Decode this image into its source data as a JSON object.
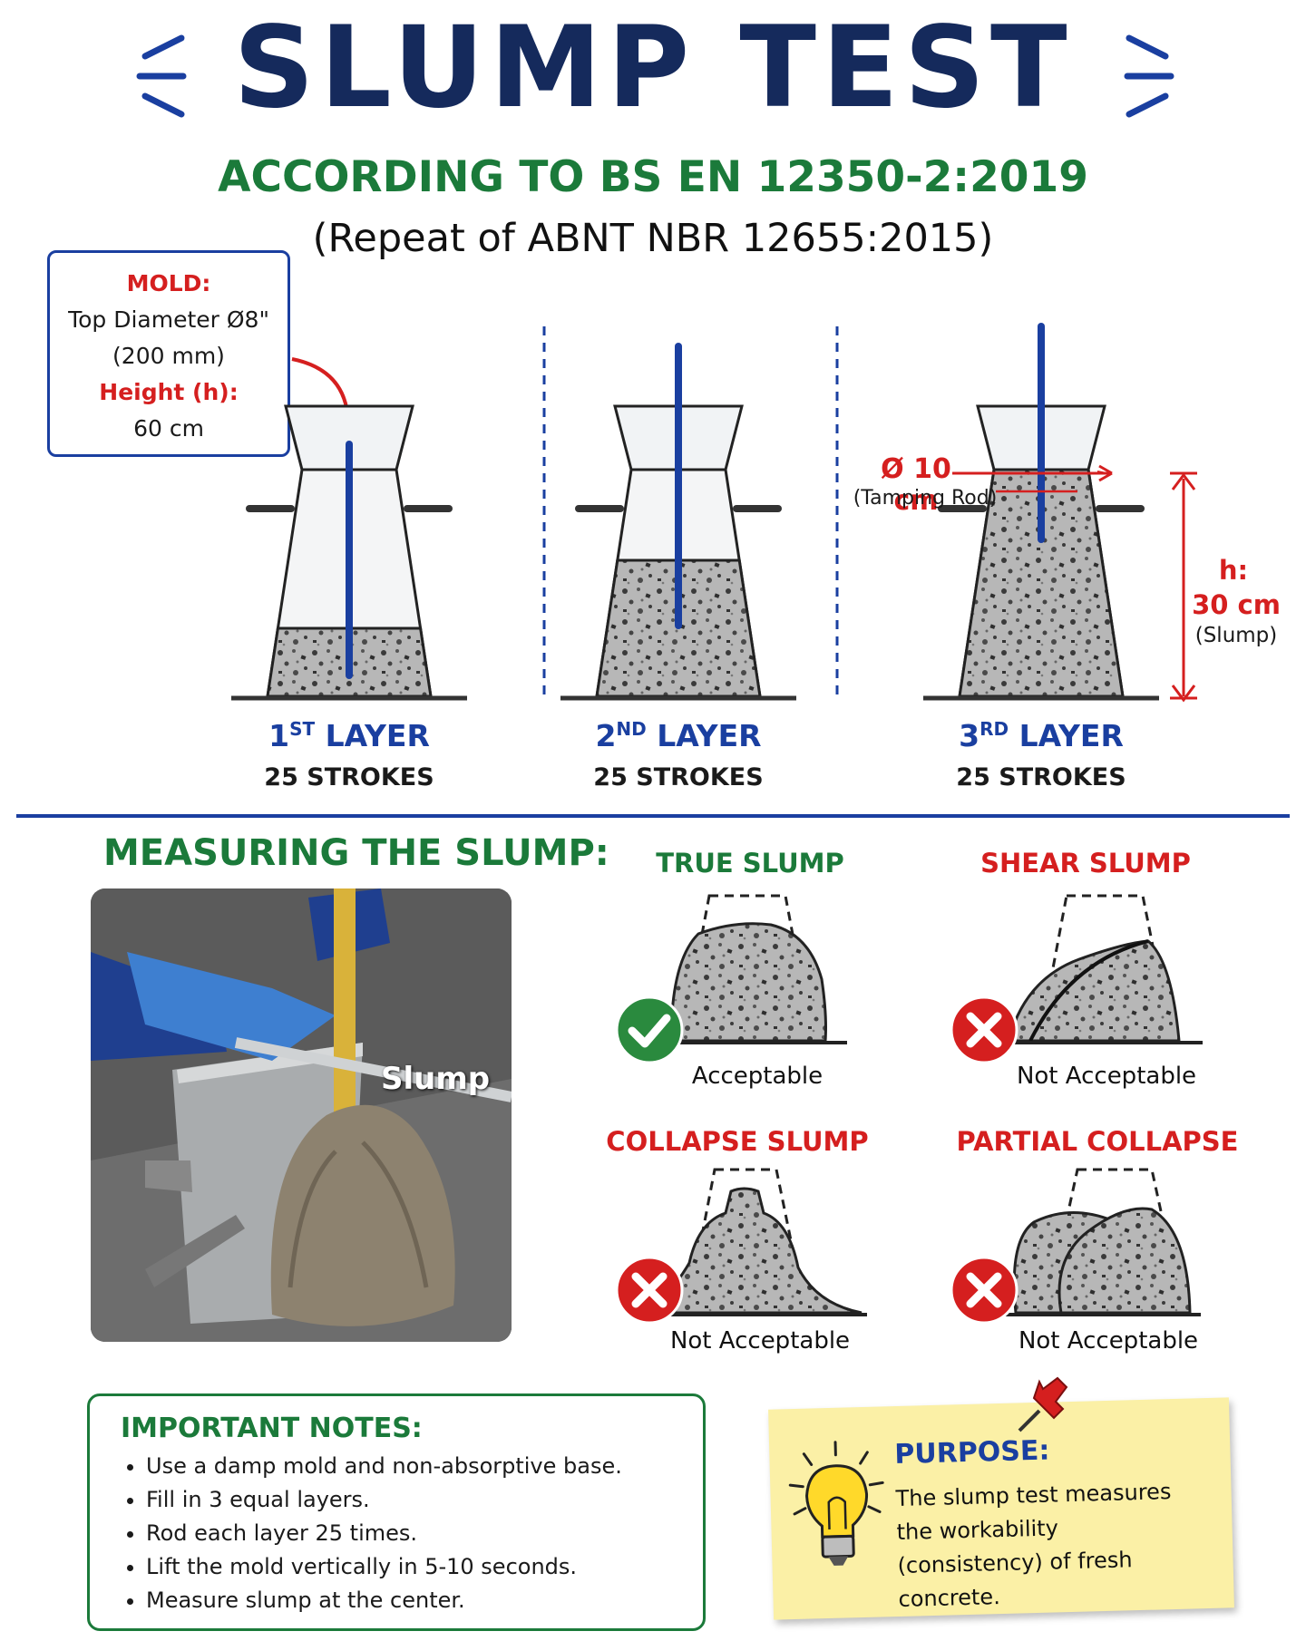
{
  "header": {
    "title": "SLUMP TEST",
    "subtitle": "ACCORDING TO BS EN 12350-2:2019",
    "subtitle2": "(Repeat of ABNT NBR 12655:2015)"
  },
  "mold": {
    "label": "MOLD:",
    "diameter": "Top Diameter Ø8\"",
    "diameter_mm": "(200 mm)",
    "height_label": "Height (h):",
    "height_value": "60 cm"
  },
  "layers": [
    {
      "num": "1",
      "sup": "ST",
      "word": "LAYER",
      "strokes": "25 STROKES",
      "fill": 0.3
    },
    {
      "num": "2",
      "sup": "ND",
      "word": "LAYER",
      "strokes": "25 STROKES",
      "fill": 0.6
    },
    {
      "num": "3",
      "sup": "RD",
      "word": "LAYER",
      "strokes": "25 STROKES",
      "fill": 1.0
    }
  ],
  "rod_annotation": {
    "diameter": "Ø 10 cm",
    "caption": "(Tamping Rod)"
  },
  "slump_annotation": {
    "h": "h:",
    "value": "30 cm",
    "caption": "(Slump)"
  },
  "measuring": {
    "title": "MEASURING THE SLUMP:",
    "photo_label": "Slump"
  },
  "slump_types": [
    {
      "name": "TRUE SLUMP",
      "verdict": "Acceptable",
      "acceptable": true
    },
    {
      "name": "SHEAR SLUMP",
      "verdict": "Not Acceptable",
      "acceptable": false
    },
    {
      "name": "COLLAPSE SLUMP",
      "verdict": "Not Acceptable",
      "acceptable": false
    },
    {
      "name": "PARTIAL COLLAPSE",
      "verdict": "Not Acceptable",
      "acceptable": false
    }
  ],
  "notes": {
    "title": "IMPORTANT NOTES:",
    "items": [
      "Use a damp mold and non-absorptive base.",
      "Fill in 3 equal layers.",
      "Rod each layer 25 times.",
      "Lift the mold vertically in 5-10 seconds.",
      "Measure slump at the center."
    ]
  },
  "purpose": {
    "title": "PURPOSE:",
    "text": "The slump test measures the workability (consistency) of fresh concrete."
  },
  "colors": {
    "navy": "#152a5c",
    "blue": "#1a3fa0",
    "green": "#1b7a3a",
    "red": "#d51f1f",
    "concrete": "#b9b9b9",
    "note": "#fbf0a6"
  }
}
